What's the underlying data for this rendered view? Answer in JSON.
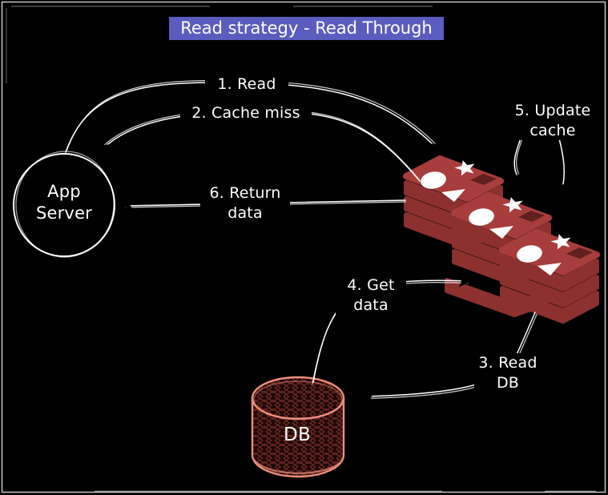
{
  "title": {
    "text": "Read strategy - Read Through"
  },
  "nodes": {
    "app_server": {
      "label": "App\nServer"
    },
    "cache": {
      "icon": "redis-stack-icon"
    },
    "db": {
      "label": "DB"
    }
  },
  "arrows": {
    "read": {
      "label": "1. Read",
      "from": "app-server",
      "to": "cache"
    },
    "cache_miss": {
      "label": "2. Cache miss",
      "from": "cache",
      "to": "app-server"
    },
    "read_db": {
      "label": "3. Read\nDB",
      "from": "cache",
      "to": "db"
    },
    "get_data": {
      "label": "4. Get\ndata",
      "from": "db",
      "to": "cache"
    },
    "update_cache": {
      "label": "5. Update\ncache",
      "from": "cache",
      "to": "cache"
    },
    "return_data": {
      "label": "6. Return\ndata",
      "from": "cache",
      "to": "app-server"
    }
  },
  "colors": {
    "canvas": "#000000",
    "ink": "#ffffff",
    "title_highlight": "#5a5dbd",
    "cache_top": "#a83d3d",
    "cache_side": "#8c3030",
    "db_outline": "#ec8d7c",
    "db_hatch": "#7c2d27"
  }
}
